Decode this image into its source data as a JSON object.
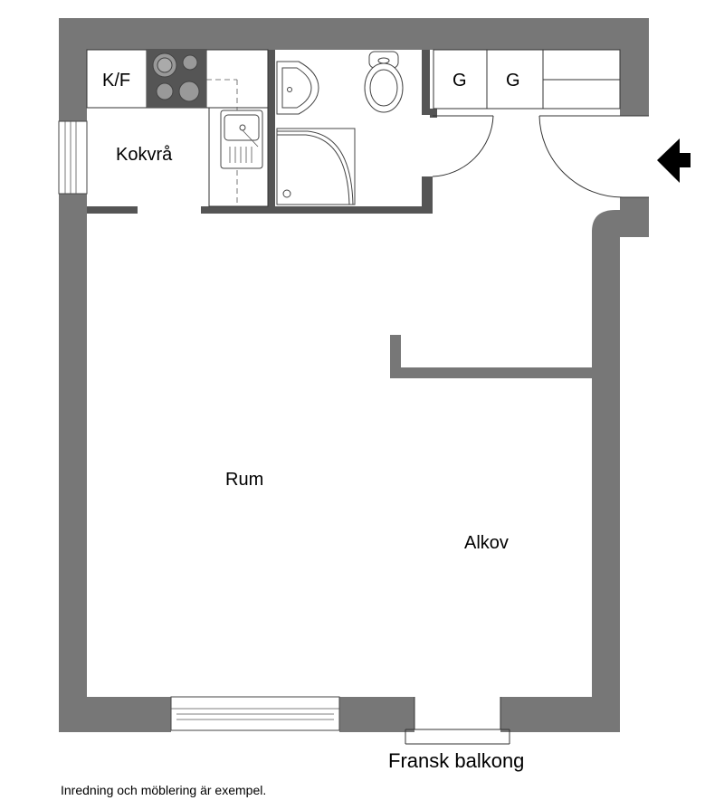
{
  "labels": {
    "kf": "K/F",
    "kokvra": "Kokvrå",
    "g1": "G",
    "g2": "G",
    "rum": "Rum",
    "alkov": "Alkov",
    "balcony": "Fransk balkong",
    "footer_note": "Inredning och möblering är exempel."
  },
  "colors": {
    "wall": "#777777",
    "stove": "#555555"
  },
  "icons": [
    "entrance-arrow-icon",
    "stove-icon",
    "sink-icon",
    "washbasin-icon",
    "toilet-icon",
    "shower-icon"
  ]
}
